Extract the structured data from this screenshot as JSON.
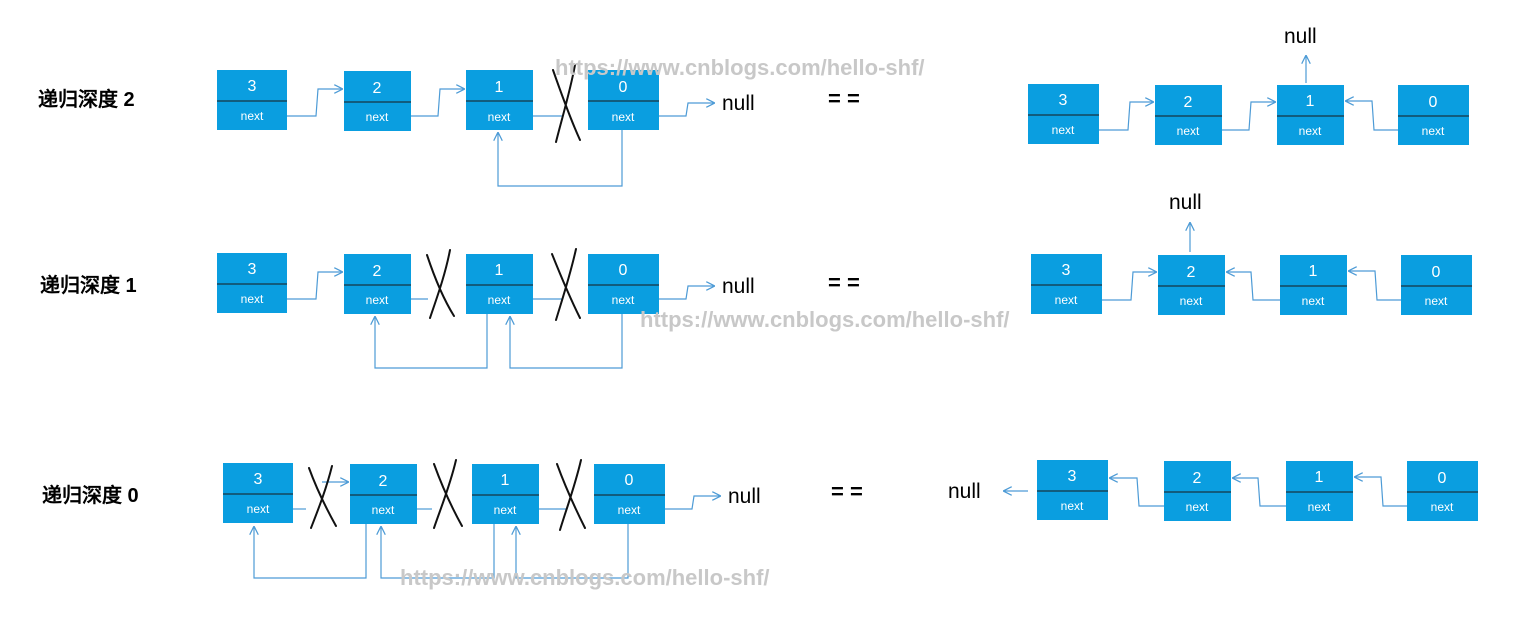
{
  "colors": {
    "node_fill": "#0a9ee0",
    "link": "#4d9bd6",
    "cross": "#111111",
    "watermark": "#c8c8c8"
  },
  "next_label": "next",
  "null_label": "null",
  "equals": "= =",
  "watermark": "https://www.cnblogs.com/hello-shf/",
  "rows": [
    {
      "label": "递归深度 2",
      "left_values": [
        "3",
        "2",
        "1",
        "0"
      ],
      "right_values": [
        "3",
        "2",
        "1",
        "0"
      ]
    },
    {
      "label": "递归深度 1",
      "left_values": [
        "3",
        "2",
        "1",
        "0"
      ],
      "right_values": [
        "3",
        "2",
        "1",
        "0"
      ]
    },
    {
      "label": "递归深度 0",
      "left_values": [
        "3",
        "2",
        "1",
        "0"
      ],
      "right_values": [
        "3",
        "2",
        "1",
        "0"
      ]
    }
  ]
}
